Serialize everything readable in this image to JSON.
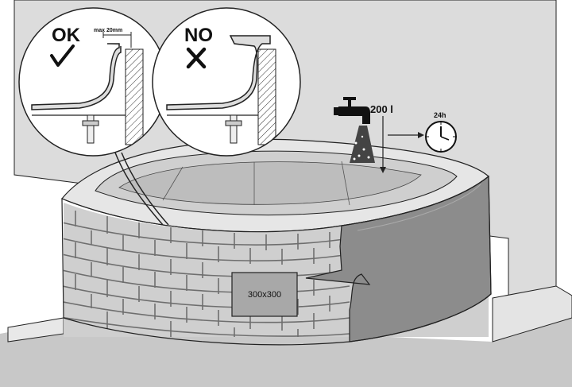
{
  "detail_ok": {
    "label": "OK",
    "gap_label": "max 20mm",
    "symbol": "check-mark"
  },
  "detail_no": {
    "label": "NO",
    "symbol": "cross-mark"
  },
  "water": {
    "volume_label": "200 l",
    "icon": "tap-icon"
  },
  "timer": {
    "label": "24h",
    "icon": "clock-icon"
  },
  "access_panel": {
    "label": "300x300"
  },
  "colors": {
    "wall": "#dcdcdc",
    "floor": "#c8c8c8",
    "tub_rim": "#e6e6e6",
    "tub_inner": "#cfcfcf",
    "brick": "#cfcfcf",
    "mortar": "#6e6e6e",
    "panel_dark": "#8c8c8c",
    "line": "#222222"
  }
}
